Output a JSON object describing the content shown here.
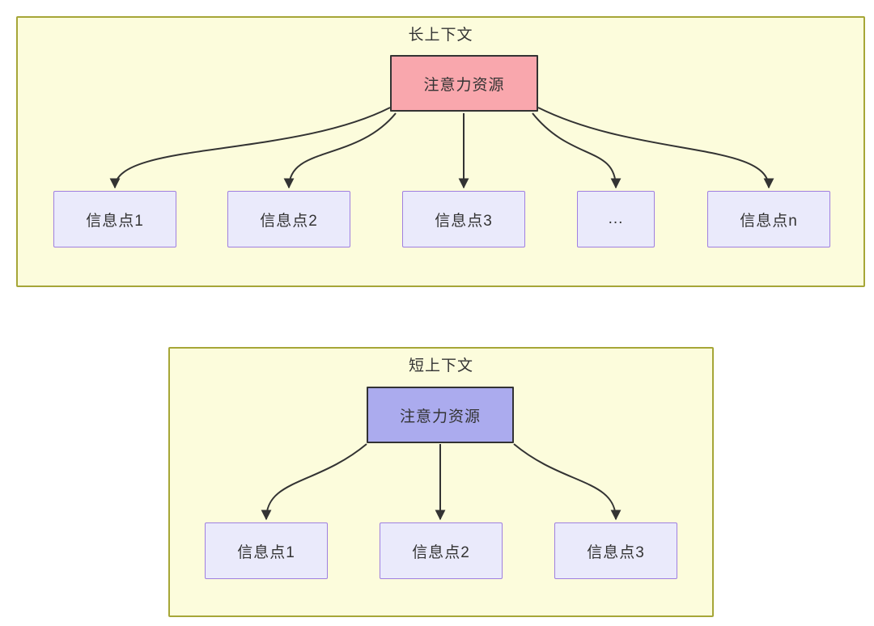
{
  "long_context": {
    "title": "长上下文",
    "source_label": "注意力资源",
    "targets": [
      "信息点1",
      "信息点2",
      "信息点3",
      "...",
      "信息点n"
    ]
  },
  "short_context": {
    "title": "短上下文",
    "source_label": "注意力资源",
    "targets": [
      "信息点1",
      "信息点2",
      "信息点3"
    ]
  },
  "colors": {
    "container_fill": "#fcfcdc",
    "container_border": "#a6a637",
    "target_node_fill": "#eaeafb",
    "target_node_border": "#9f7fe0",
    "long_source_fill": "#f9a7ad",
    "short_source_fill": "#ababee",
    "source_node_border": "#333333",
    "arrow": "#333333",
    "text": "#333333"
  }
}
